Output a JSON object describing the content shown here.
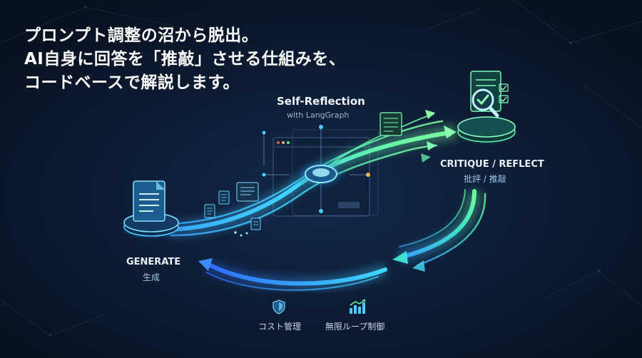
{
  "headline": {
    "line1": "プロンプト調整の沼から脱出。",
    "line2": "AI自身に回答を「推敲」させる仕組みを、",
    "line3": "コードベースで解説します。"
  },
  "center": {
    "title": "Self-Reflection",
    "subtitle": "with LangGraph"
  },
  "nodes": {
    "generate": {
      "label": "GENERATE",
      "sublabel": "生成",
      "icon": "document-icon"
    },
    "critique": {
      "label": "CRITIQUE / REFLECT",
      "sublabel": "批評 / 推敲",
      "icon": "magnifier-check-icon"
    }
  },
  "footer": {
    "cost": {
      "label": "コスト管理",
      "icon": "shield-icon"
    },
    "loop": {
      "label": "無限ループ制御",
      "icon": "bar-chart-icon"
    }
  },
  "colors": {
    "background": "#0a1424",
    "cyan": "#3fd4ff",
    "blue": "#2f7dff",
    "green": "#46e89a"
  }
}
